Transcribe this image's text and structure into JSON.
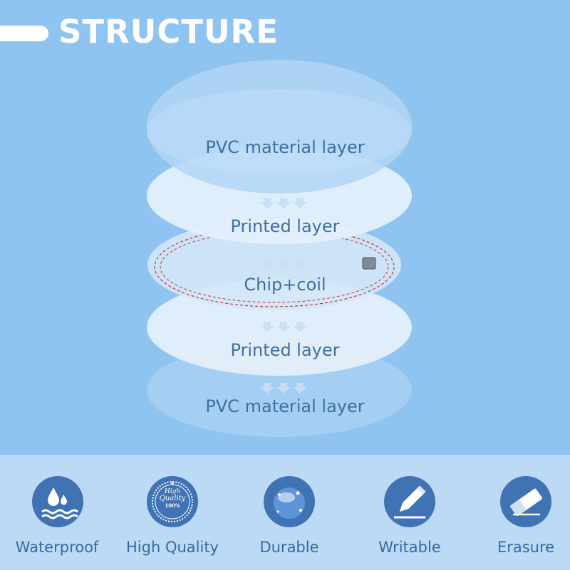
{
  "header": {
    "title": "STRUCTURE"
  },
  "layers": [
    {
      "label": "PVC material layer"
    },
    {
      "label": "Printed layer"
    },
    {
      "label": "Chip+coil"
    },
    {
      "label": "Printed layer"
    },
    {
      "label": "PVC material layer"
    }
  ],
  "features": [
    {
      "label": "Waterproof",
      "icon": "water-drop-icon"
    },
    {
      "label": "High Quality",
      "icon": "quality-seal-icon",
      "seal_text_1": "High",
      "seal_text_2": "Quality",
      "seal_text_3": "100%"
    },
    {
      "label": "Durable",
      "icon": "durable-ball-icon"
    },
    {
      "label": "Writable",
      "icon": "pencil-icon"
    },
    {
      "label": "Erasure",
      "icon": "eraser-icon"
    }
  ],
  "colors": {
    "background": "#90c4f0",
    "panel": "#bcdaf6",
    "icon_circle": "#3f73b4",
    "text": "#3f6fa3",
    "coil": "#c0392b"
  }
}
